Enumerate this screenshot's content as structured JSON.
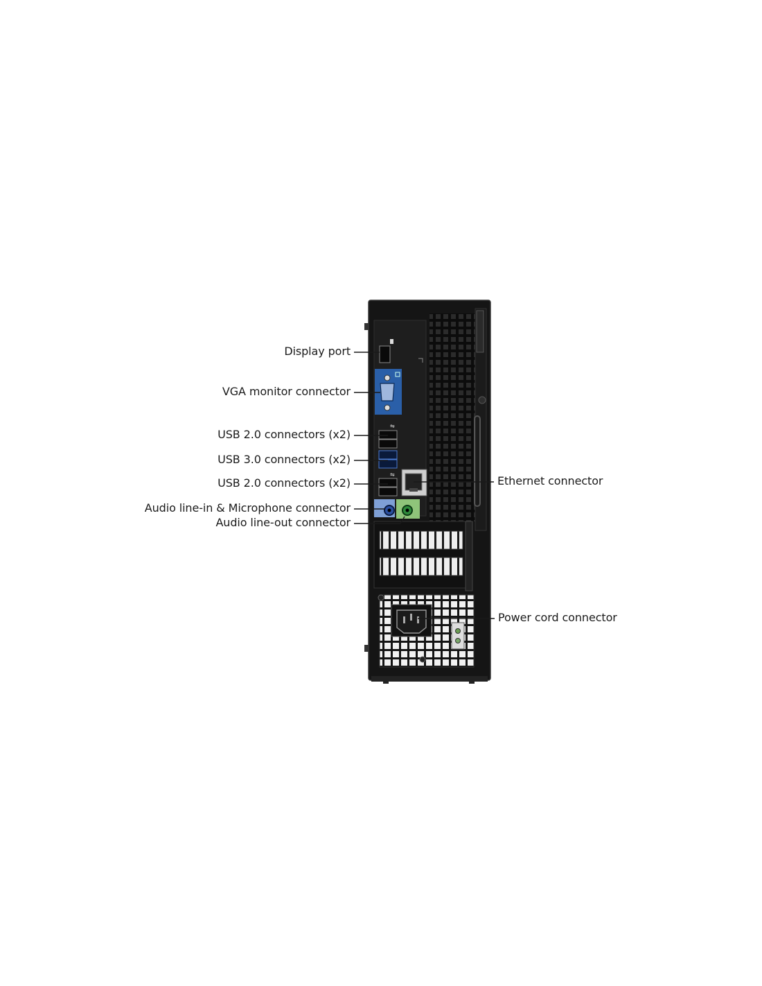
{
  "labels": {
    "display_port": "Display port",
    "vga": "VGA monitor connector",
    "usb20_top": "USB 2.0 connectors (x2)",
    "usb30": "USB 3.0 connectors (x2)",
    "usb20_bottom": "USB 2.0 connectors (x2)",
    "audio_in": "Audio line-in & Microphone connector",
    "audio_out": "Audio line-out connector",
    "ethernet": "Ethernet connector",
    "power": "Power cord connector"
  },
  "colors": {
    "chassis": "#141414",
    "vga_panel": "#2a5fa8",
    "audio_in_panel": "#7fa0d6",
    "audio_out_panel": "#8fc47a",
    "leader": "#1a1a1a"
  }
}
